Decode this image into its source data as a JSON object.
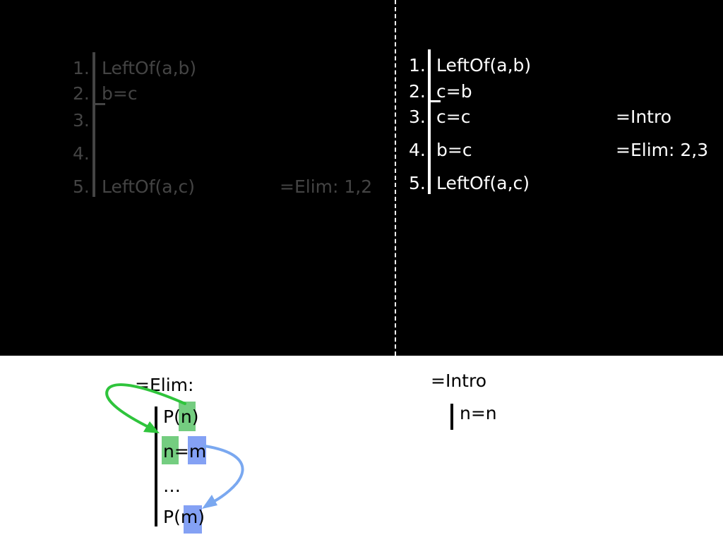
{
  "left_proof": {
    "lines": [
      {
        "num": "1.",
        "formula": "LeftOf(a,b)",
        "rule": ""
      },
      {
        "num": "2.",
        "formula": "b=c",
        "rule": ""
      },
      {
        "num": "3.",
        "formula": "",
        "rule": ""
      },
      {
        "num": "4.",
        "formula": "",
        "rule": ""
      },
      {
        "num": "5.",
        "formula": "LeftOf(a,c)",
        "rule": "=Elim: 1,2"
      }
    ]
  },
  "right_proof": {
    "lines": [
      {
        "num": "1.",
        "formula": "LeftOf(a,b)",
        "rule": ""
      },
      {
        "num": "2.",
        "formula": "c=b",
        "rule": ""
      },
      {
        "num": "3.",
        "formula": "c=c",
        "rule": "=Intro"
      },
      {
        "num": "4.",
        "formula": "b=c",
        "rule": "=Elim: 2,3"
      },
      {
        "num": "5.",
        "formula": "LeftOf(a,c)",
        "rule": ""
      }
    ]
  },
  "elim_rule": {
    "title": "=Elim:",
    "line1_pre": "P(",
    "line1_var": "n",
    "line1_post": ")",
    "line2_left": "n",
    "line2_eq": "=",
    "line2_right": "m",
    "ellipsis": "…",
    "line3_pre": "P(",
    "line3_var": "m",
    "line3_post": ")"
  },
  "intro_rule": {
    "title": "=Intro",
    "formula": "n=n"
  },
  "colors": {
    "green_highlight": "#5cc46a",
    "blue_highlight": "#6f90f2",
    "green_arrow": "#2fc43c",
    "blue_arrow": "#7aa8f0"
  }
}
